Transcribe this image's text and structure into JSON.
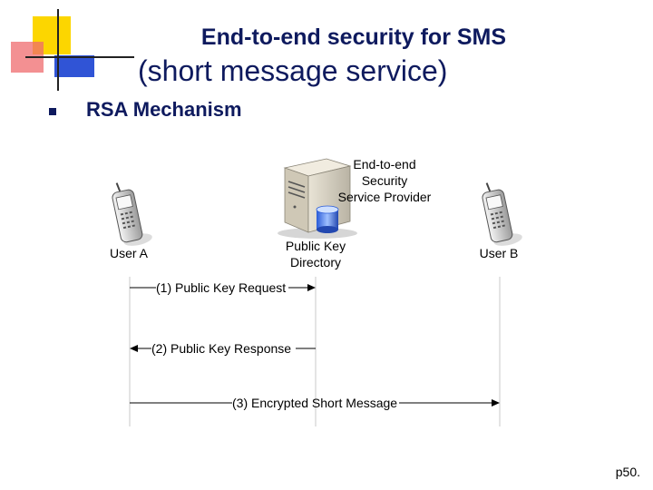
{
  "title": {
    "line1": "End-to-end security for SMS",
    "line2": "(short message service)"
  },
  "bullet": {
    "text": "RSA Mechanism"
  },
  "colors": {
    "title": "#0e1a5e",
    "accent_yellow": "#fcd600",
    "accent_red": "#e8252b",
    "accent_blue": "#3054d6"
  },
  "diagram": {
    "provider_label": [
      "End-to-end",
      "Security",
      "Service Provider"
    ],
    "user_a": "User A",
    "user_b": "User B",
    "directory_label": [
      "Public Key",
      "Directory"
    ],
    "messages": [
      {
        "label": "(1) Public Key Request",
        "from": "User A",
        "to": "Public Key Directory"
      },
      {
        "label": "(2) Public Key Response",
        "from": "Public Key Directory",
        "to": "User A"
      },
      {
        "label": "(3) Encrypted Short Message",
        "from": "User A",
        "to": "User B"
      }
    ]
  },
  "footer": {
    "page": "p50."
  }
}
